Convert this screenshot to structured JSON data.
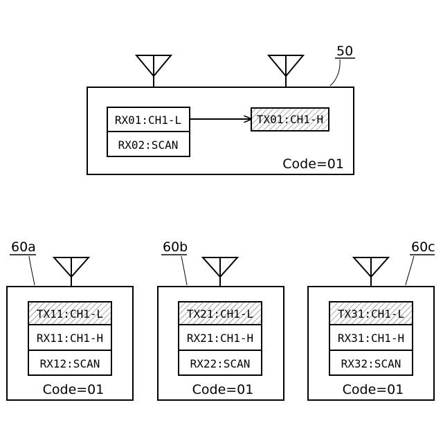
{
  "base_station": {
    "ref": "50",
    "code": "Code=01",
    "rx": [
      "RX01:CH1-L",
      "RX02:SCAN"
    ],
    "tx": "TX01:CH1-H"
  },
  "terminals": [
    {
      "ref": "60a",
      "tx": "TX11:CH1-L",
      "rx": [
        "RX11:CH1-H",
        "RX12:SCAN"
      ],
      "code": "Code=01"
    },
    {
      "ref": "60b",
      "tx": "TX21:CH1-L",
      "rx": [
        "RX21:CH1-H",
        "RX22:SCAN"
      ],
      "code": "Code=01"
    },
    {
      "ref": "60c",
      "tx": "TX31:CH1-L",
      "rx": [
        "RX31:CH1-H",
        "RX32:SCAN"
      ],
      "code": "Code=01"
    }
  ]
}
